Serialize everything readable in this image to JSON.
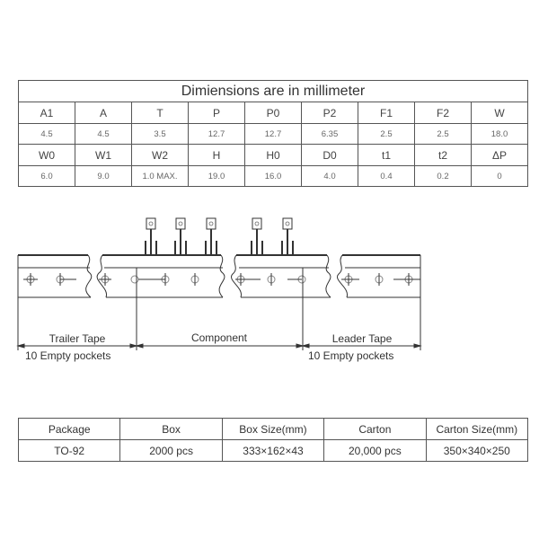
{
  "dimensions_table": {
    "title": "Dimiensions are in millimeter",
    "row1_headers": [
      "A1",
      "A",
      "T",
      "P",
      "P0",
      "P2",
      "F1",
      "F2",
      "W"
    ],
    "row1_values": [
      "4.5",
      "4.5",
      "3.5",
      "12.7",
      "12.7",
      "6.35",
      "2.5",
      "2.5",
      "18.0"
    ],
    "row2_headers": [
      "W0",
      "W1",
      "W2",
      "H",
      "H0",
      "D0",
      "t1",
      "t2",
      "ΔP"
    ],
    "row2_values": [
      "6.0",
      "9.0",
      "1.0 MAX.",
      "19.0",
      "16.0",
      "4.0",
      "0.4",
      "0.2",
      "0"
    ]
  },
  "diagram": {
    "trailer_label": "Trailer Tape",
    "component_label": "Component",
    "leader_label": "Leader Tape",
    "trailer_pockets": "10 Empty pockets",
    "leader_pockets": "10 Empty pockets"
  },
  "packing_table": {
    "headers": [
      "Package",
      "Box",
      "Box Size(mm)",
      "Carton",
      "Carton Size(mm)"
    ],
    "values": [
      "TO-92",
      "2000 pcs",
      "333×162×43",
      "20,000 pcs",
      "350×340×250"
    ]
  }
}
